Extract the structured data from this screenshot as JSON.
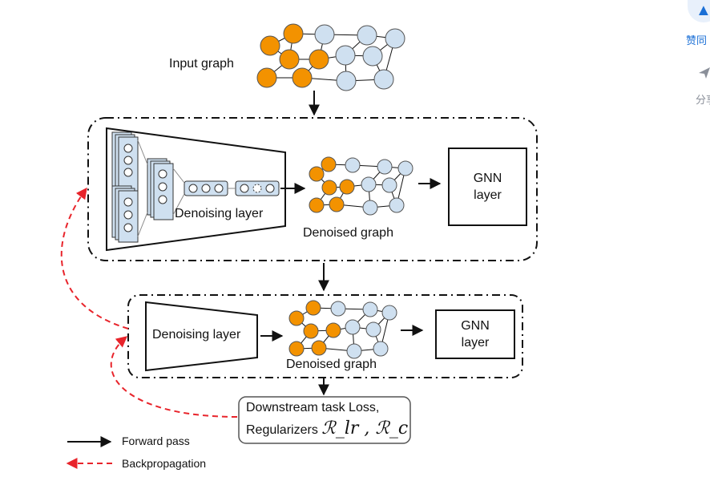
{
  "diagram": {
    "input_graph_label": "Input graph",
    "denoising_layer_label_1": "Denoising layer",
    "denoised_graph_label_1": "Denoised graph",
    "gnn_layer_label_1": "GNN\nlayer",
    "denoising_layer_label_2": "Denoising layer",
    "denoised_graph_label_2": "Denoised graph",
    "gnn_layer_label_2": "GNN\nlayer",
    "loss_line1": "Downstream task Loss,",
    "loss_line2": "Regularizers",
    "loss_formula": "ℛ_lr , ℛ_c",
    "legend_forward": "Forward pass",
    "legend_backprop": "Backpropagation"
  },
  "sidebar": {
    "agree_label": "赞同",
    "share_label": "分享"
  },
  "colors": {
    "orange_node": "#F39200",
    "blue_node": "#CFE0F0",
    "backprop_red": "#E8242B",
    "sidebar_blue": "#1A6FD6"
  }
}
